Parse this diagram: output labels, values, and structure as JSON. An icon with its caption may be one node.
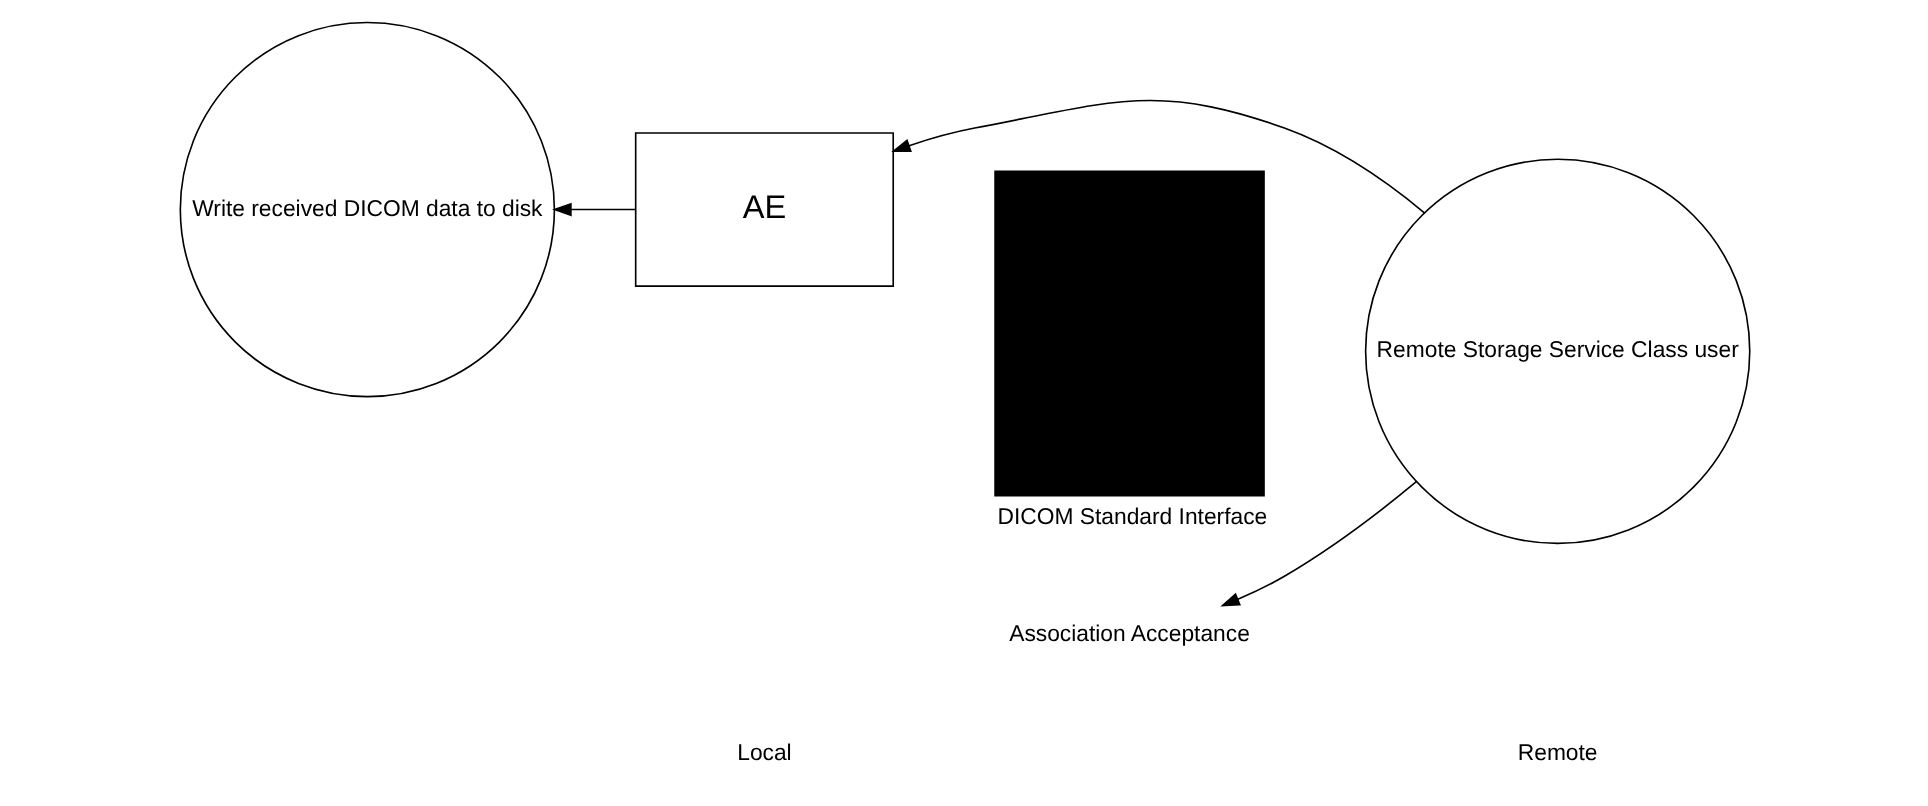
{
  "diagram": {
    "nodes": [
      {
        "text": [
          "Write received DICOM data to disk"
        ]
      },
      {
        "text": [
          "AE"
        ]
      },
      {
        "text": [
          "DICOM Standard Interface"
        ]
      },
      {
        "text": [
          "Remote Storage Service Class user"
        ]
      },
      {
        "text": [
          "Association Acceptance"
        ]
      }
    ],
    "edges": [
      {
        "from": 3,
        "to": 1,
        "arrow": "to"
      },
      {
        "from": 3,
        "to": 4,
        "arrow": "to"
      },
      {
        "from": 1,
        "to": 0,
        "arrow": "to"
      }
    ],
    "labels": [
      "Local",
      "Remote"
    ]
  }
}
